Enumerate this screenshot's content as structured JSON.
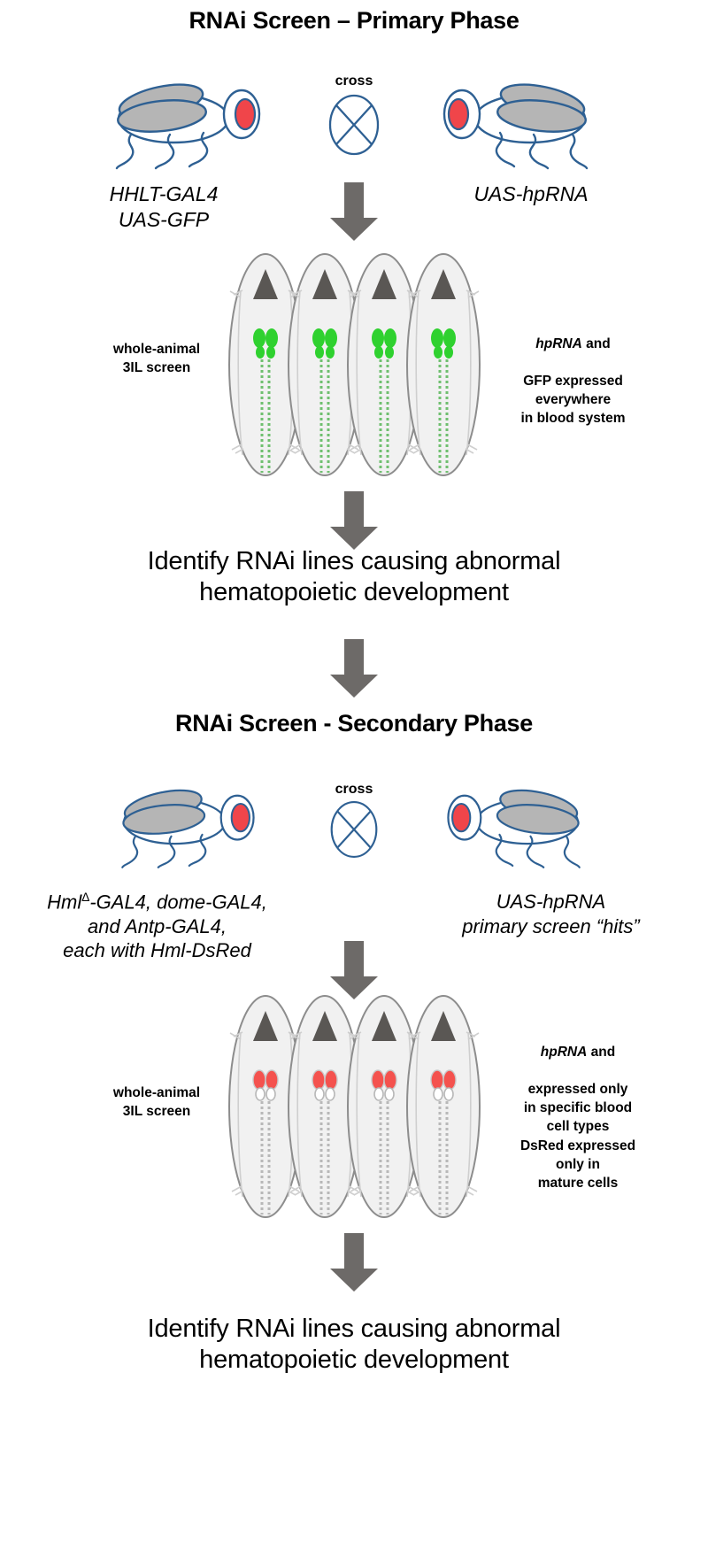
{
  "colors": {
    "fly_outline": "#2e6093",
    "fly_wing": "#b5b5b5",
    "fly_eye": "#f0454a",
    "arrow_gray": "#6d6a68",
    "larva_outline": "#8d8d8d",
    "larva_fill": "#f1f1f1",
    "mouthhook": "#5a5754",
    "gfp_green": "#2fd12f",
    "dsred_red": "#f4524e",
    "vessel_gray": "#b8b8b8",
    "text_black": "#000000"
  },
  "primary": {
    "title": "RNAi Screen – Primary Phase",
    "cross_label": "cross",
    "left_genotype": "HHLT-GAL4\nUAS-GFP",
    "right_genotype": "UAS-hpRNA",
    "screen_label": "whole-animal\n3IL screen",
    "expression_note_line1_italic": "hpRNA",
    "expression_note_line1_rest": " and",
    "expression_note_rest": "GFP expressed\neverywhere\nin blood system",
    "larva_count": 4,
    "marker_color_name": "gfp-green"
  },
  "outcome_primary": "Identify RNAi lines causing abnormal\nhematopoietic development",
  "secondary": {
    "title": "RNAi Screen - Secondary Phase",
    "cross_label": "cross",
    "left_genotype_part1": "Hml",
    "left_genotype_delta": "Δ",
    "left_genotype_part2": "-GAL4, dome-GAL4,\nand Antp-GAL4,\neach with Hml-DsRed",
    "right_genotype": "UAS-hpRNA\nprimary screen “hits”",
    "screen_label": "whole-animal\n3IL screen",
    "expression_note_line1_italic": "hpRNA",
    "expression_note_line1_rest": " and",
    "expression_note_rest": "expressed only\nin specific blood\ncell types",
    "dsred_note": "DsRed expressed\nonly in\nmature cells",
    "larva_count": 4,
    "marker_color_name": "dsred-red"
  },
  "outcome_secondary": "Identify RNAi lines causing abnormal\nhematopoietic development"
}
